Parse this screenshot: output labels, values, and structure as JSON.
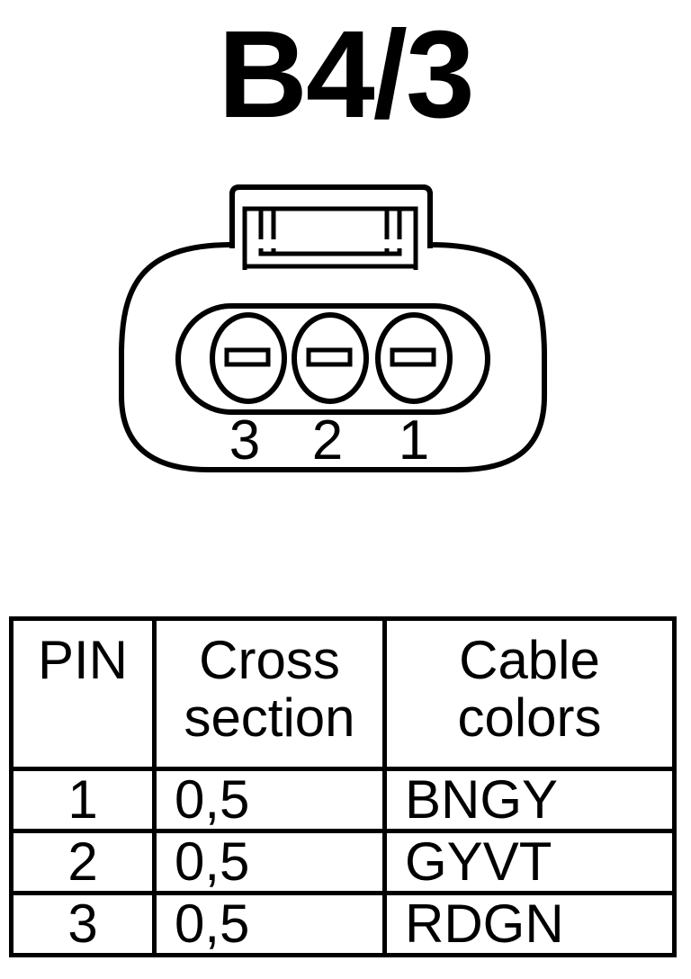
{
  "connector": {
    "title": "B4/3",
    "pin_labels": [
      "3",
      "2",
      "1"
    ]
  },
  "table": {
    "headers": {
      "pin": "PIN",
      "cross_section": [
        "Cross",
        "section"
      ],
      "cable_colors": [
        "Cable",
        "colors"
      ]
    },
    "rows": [
      {
        "pin": "1",
        "cross_section": "0,5",
        "cable_color": "BNGY"
      },
      {
        "pin": "2",
        "cross_section": "0,5",
        "cable_color": "GYVT"
      },
      {
        "pin": "3",
        "cross_section": "0,5",
        "cable_color": "RDGN"
      }
    ]
  }
}
